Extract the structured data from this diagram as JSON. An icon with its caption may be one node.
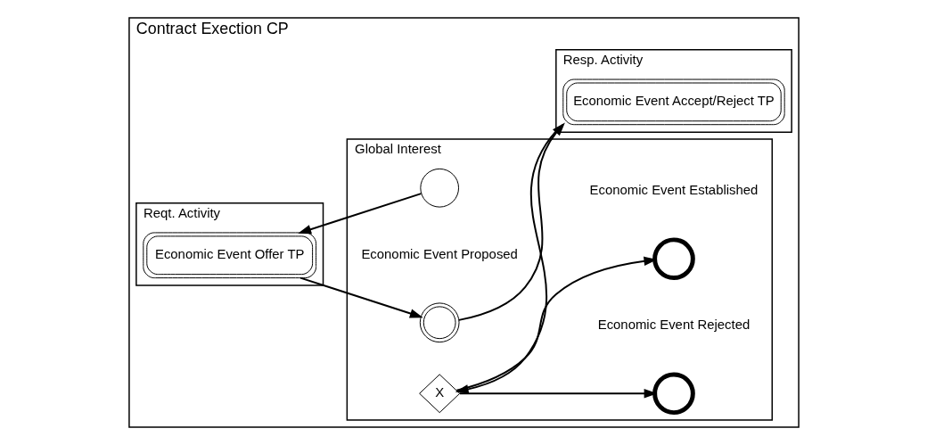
{
  "diagram": {
    "nodes": [
      {
        "text": [
          "Contract Exection CP"
        ]
      },
      {
        "text": [
          "Reqt. Activity"
        ],
        "in": 0
      },
      {
        "text": [
          "Global Interest"
        ],
        "in": 0
      },
      {
        "text": [
          "Resp. Activity"
        ],
        "in": 0
      },
      {
        "text": [
          "Economic Event Offer TP"
        ],
        "in": 1
      },
      {
        "text": [],
        "shape": "circle",
        "in": 2
      },
      {
        "text": [],
        "shape": "circle",
        "in": 2,
        "beside": [
          "Economic Event Proposed"
        ]
      },
      {
        "text": [],
        "shape": "circle",
        "in": 2,
        "beside": [
          "Economic Event Rejected"
        ]
      },
      {
        "text": [
          "X"
        ],
        "in": 2
      },
      {
        "text": [],
        "shape": "circle",
        "in": 2,
        "beside": [
          "Economic Event Established"
        ]
      },
      {
        "text": [
          "Economic Event Accept/Reject TP"
        ],
        "in": 3
      }
    ],
    "edges": [
      {
        "from": 5,
        "to": 4,
        "arrow": "to"
      },
      {
        "from": 4,
        "to": 6,
        "arrow": "to"
      },
      {
        "from": 6,
        "to": 10,
        "arrow": "to"
      },
      {
        "from": 10,
        "to": 8,
        "arrow": "to"
      },
      {
        "from": 8,
        "to": 7,
        "arrow": "to"
      },
      {
        "from": 8,
        "to": 9,
        "arrow": "to"
      }
    ]
  }
}
